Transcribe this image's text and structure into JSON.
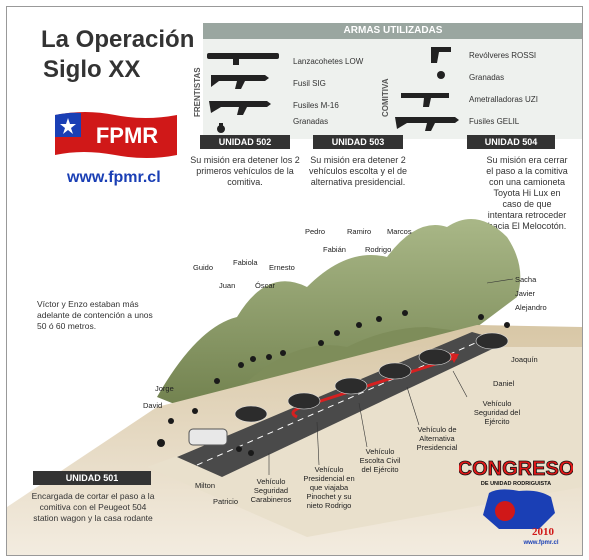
{
  "title": {
    "line1": "La Operación",
    "line2": "Siglo XX"
  },
  "logo": {
    "text": "FPMR",
    "url": "www.fpmr.cl"
  },
  "weapons": {
    "header": "ARMAS UTILIZADAS",
    "group_left": "FRENTISTAS",
    "group_right": "COMITIVA",
    "left_items": [
      "Lanzacohetes LOW",
      "Fusil SIG",
      "Fusiles M-16",
      "Granadas"
    ],
    "right_items": [
      "Revólveres ROSSI",
      "Granadas",
      "Ametralladoras UZI",
      "Fusiles GELIL"
    ]
  },
  "units": {
    "u502": {
      "header": "UNIDAD 502",
      "text": "Su misión era detener los 2 primeros vehículos de la comitiva."
    },
    "u503": {
      "header": "UNIDAD 503",
      "text": "Su misión era detener 2 vehículos escolta y el de alternativa presidencial."
    },
    "u504": {
      "header": "UNIDAD 504",
      "text": "Su misión era cerrar el paso a la comitiva con una camioneta Toyota Hi Lux en caso de que intentara retroceder hacia El Melocotón."
    },
    "u501": {
      "header": "UNIDAD 501",
      "text": "Encargada de cortar el paso a la comitiva con el Peugeot 504 station wagon y la casa rodante"
    }
  },
  "note_left": "Víctor y Enzo estaban más adelante de contención a unos 50 ó 60 metros.",
  "people": {
    "guido": "Guido",
    "juan": "Juan",
    "fabiola": "Fabiola",
    "oscar": "Óscar",
    "ernesto": "Ernesto",
    "pedro": "Pedro",
    "fabian": "Fabián",
    "ramiro": "Ramiro",
    "rodrigo": "Rodrigo",
    "marcos": "Marcos",
    "sacha": "Sacha",
    "javier": "Javier",
    "alejandro": "Alejandro",
    "joaquin": "Joaquín",
    "daniel": "Daniel",
    "jorge": "Jorge",
    "david": "David",
    "milton": "Milton",
    "patricio": "Patricio"
  },
  "vehicles": {
    "carabineros": "Vehículo Seguridad Carabineros",
    "presidencial": "Vehículo Presidencial en que viajaba Pinochet y su nieto Rodrigo",
    "escolta": "Vehículo Escolta Civil del Ejército",
    "alternativa": "Vehículo de Alternativa Presidencial",
    "seguridad_ejercito": "Vehículo Seguridad del Ejército"
  },
  "congreso": {
    "title": "CONGRESO",
    "subtitle": "DE UNIDAD RODRIGUISTA",
    "year": "2010",
    "url": "www.fpmr.cl"
  },
  "colors": {
    "road": "#4a4a4a",
    "mountain": "#8c9a6a",
    "arrow": "#d62020",
    "unit_header": "#333333",
    "logo_blue": "#1a3fb5",
    "logo_red": "#d01818"
  }
}
